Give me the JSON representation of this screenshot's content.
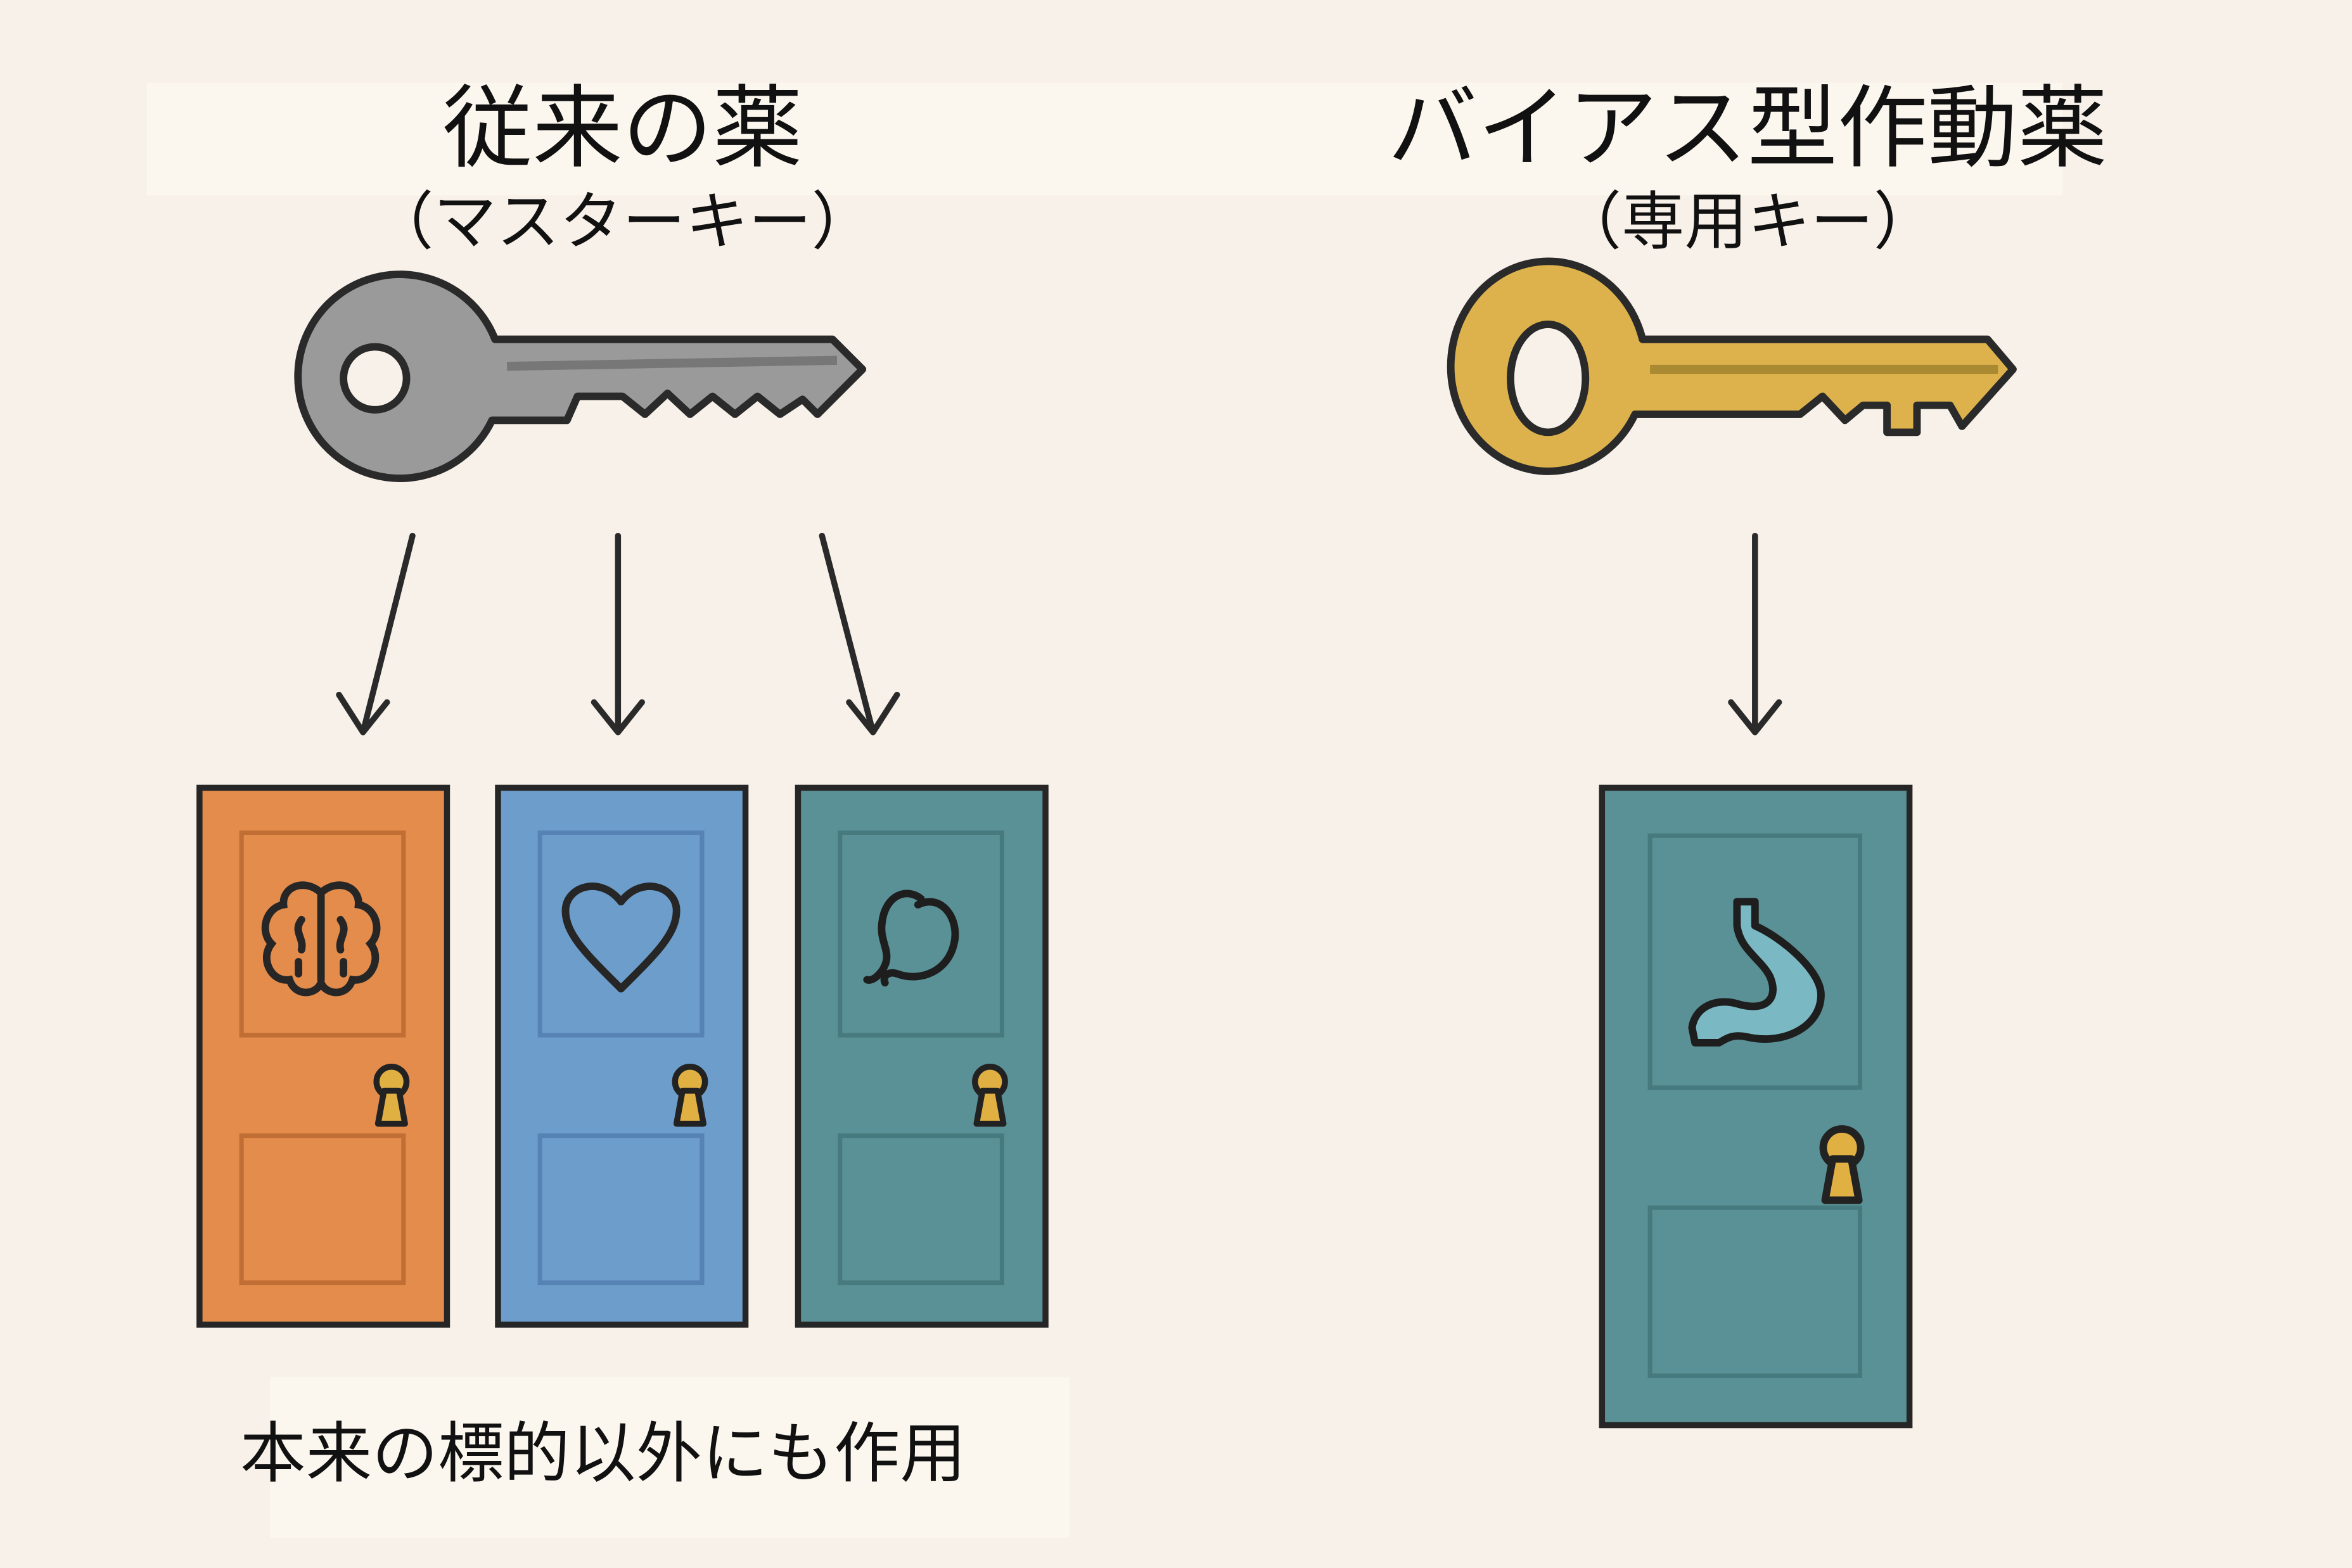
{
  "left": {
    "title": "従来の薬",
    "subtitle": "（マスターキー）",
    "caption": "本来の標的以外にも作用",
    "key_color": "#9a9a9a",
    "doors": [
      {
        "icon": "brain-icon",
        "color": "#e38c4c"
      },
      {
        "icon": "heart-icon",
        "color": "#6d9dcb"
      },
      {
        "icon": "stomach-icon",
        "color": "#5a9196"
      }
    ]
  },
  "right": {
    "title": "バイアス型作動薬",
    "subtitle": "（専用キー）",
    "key_color": "#ddb24d",
    "doors": [
      {
        "icon": "stomach-icon",
        "color": "#5a9196"
      }
    ]
  },
  "colors": {
    "background": "#f8f1e9",
    "keyhole": "#e1b043",
    "outline": "#2a2a2a"
  }
}
